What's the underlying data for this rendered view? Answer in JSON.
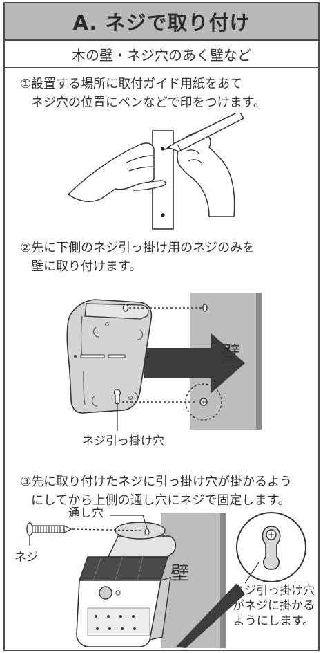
{
  "header": {
    "title": "A. ネジで取り付け",
    "subtitle": "木の壁・ネジ穴のあく壁など"
  },
  "steps": [
    {
      "line1": "①設置する場所に取付ガイド用紙をあて",
      "line2": "ネジ穴の位置にペンなどで印をつけます。"
    },
    {
      "line1": "②先に下側のネジ引っ掛け用のネジのみを",
      "line2": "壁に取り付けます。"
    },
    {
      "line1": "③先に取り付けたネジに引っ掛け穴が掛かるよう",
      "line2": "にしてから上側の通し穴にネジで固定します。"
    }
  ],
  "labels": {
    "wall_step2": "壁",
    "hook_hole_step2": "ネジ引っ掛け穴",
    "through_hole": "通し穴",
    "screw": "ネジ",
    "wall_step3": "壁",
    "note_line1": "ネジ引っ掛け穴",
    "note_line2": "がネジに掛かる",
    "note_line3": "ようにします。"
  },
  "colors": {
    "frame": "#4a4a4a",
    "title_bg": "#b9b9b9",
    "wall_gray": "#9e9e9e",
    "arrow_dark": "#3c3c3c",
    "device_gray": "#cfcfcf"
  }
}
